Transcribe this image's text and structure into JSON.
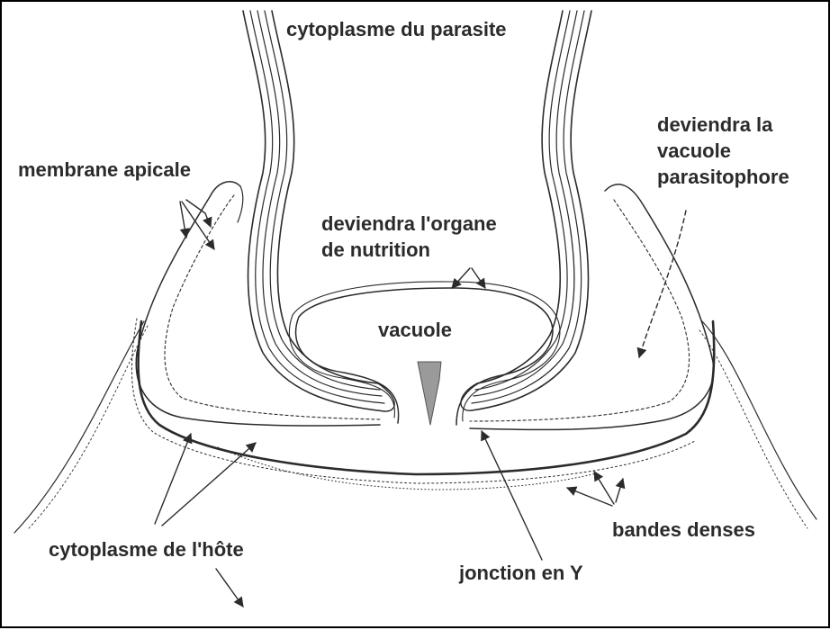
{
  "labels": {
    "cytoplasme_parasite": "cytoplasme du parasite",
    "membrane_apicale": "membrane apicale",
    "vacuole_parasitophore": [
      "deviendra la",
      "vacuole",
      "parasitophore"
    ],
    "organe_nutrition": [
      "deviendra l'organe",
      "de nutrition"
    ],
    "vacuole": "vacuole",
    "cytoplasme_hote": "cytoplasme de l'hôte",
    "jonction_y": "jonction en Y",
    "bandes_denses": "bandes denses"
  },
  "colors": {
    "ink": "#2b2b2b",
    "background": "#ffffff",
    "arrowhead_fill": "#9a9a9a"
  }
}
